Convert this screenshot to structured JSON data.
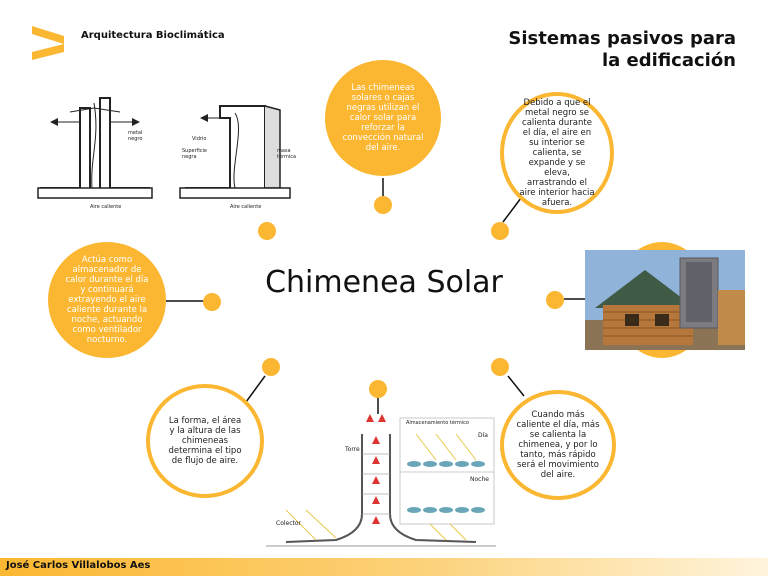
{
  "header": {
    "brand": "Arquitectura Bioclimática",
    "title_line1": "Sistemas pasivos para",
    "title_line2": "la edificación"
  },
  "center_title": "Chimenea Solar",
  "bubbles": {
    "top": "Las chimeneas solares o cajas negras utilizan el calor solar para reforzar la convección natural del aire.",
    "top_right": "Debido a que el metal negro se calienta durante el día, el aire en su interior se calienta, se expande y se eleva, arrastrando el aire interior hacia afuera.",
    "left": "Actúa como almacenador de calor durante el día y continuará extrayendo el aire caliente durante la noche, actuando como ventilador nocturno.",
    "bottom_left": "La forma, el área y la altura de las chimeneas determina el tipo de flujo de aire.",
    "bottom_right": "Cuando más caliente el día, más se calienta la chimenea, y por lo tanto, más rápido será el movimiento del aire."
  },
  "diagram_top_left": {
    "label_metal": "metal negro",
    "label_aire1": "Aire caliente",
    "label_vidrio": "Vidrio",
    "label_superficie": "Superficie negra",
    "label_masa": "masa térmica",
    "label_aire2": "Aire caliente"
  },
  "diagram_bottom": {
    "label_torre": "Torre",
    "label_colector": "Colector",
    "label_almacenamiento": "Almacenamiento térmico",
    "label_dia": "Día",
    "label_noche": "Noche"
  },
  "footer": {
    "author": "José Carlos Villalobos Aes"
  },
  "colors": {
    "accent": "#fbb731"
  }
}
